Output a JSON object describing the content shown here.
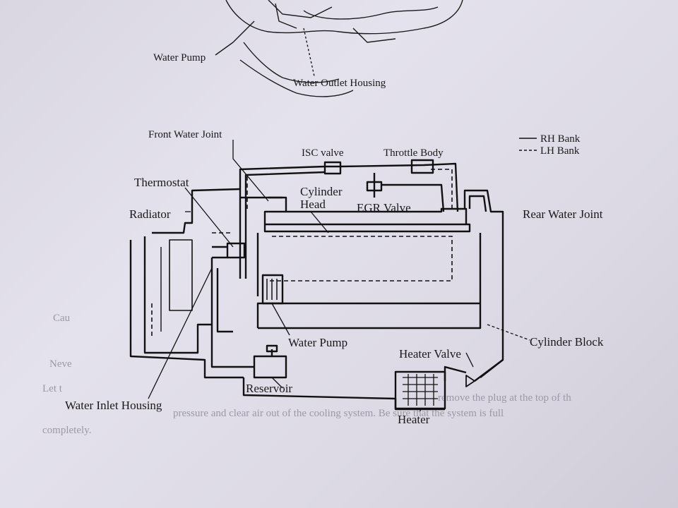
{
  "labels": {
    "water_pump_top": "Water Pump",
    "water_outlet_housing": "Water Outlet Housing",
    "front_water_joint": "Front Water Joint",
    "isc_valve": "ISC valve",
    "throttle_body": "Throttle Body",
    "thermostat": "Thermostat",
    "cylinder_head_1": "Cylinder",
    "cylinder_head_2": "Head",
    "egr_valve": "EGR Valve",
    "radiator": "Radiator",
    "rear_water_joint": "Rear Water Joint",
    "water_pump": "Water Pump",
    "cylinder_block": "Cylinder Block",
    "heater_valve": "Heater Valve",
    "reservoir": "Reservoir",
    "water_inlet_housing": "Water Inlet Housing",
    "heater": "Heater"
  },
  "legend": {
    "rh_bank": "RH Bank",
    "lh_bank": "LH Bank"
  },
  "background_text": {
    "line1": "Cau",
    "line2": "Neve",
    "line3": "Let t",
    "line4": "remove the plug at the top of th",
    "line5": "pressure and clear air out of the cooling system. Be sure that the system is full",
    "line6": "completely."
  },
  "colors": {
    "paper": "#e0dde8",
    "ink": "#111111"
  }
}
